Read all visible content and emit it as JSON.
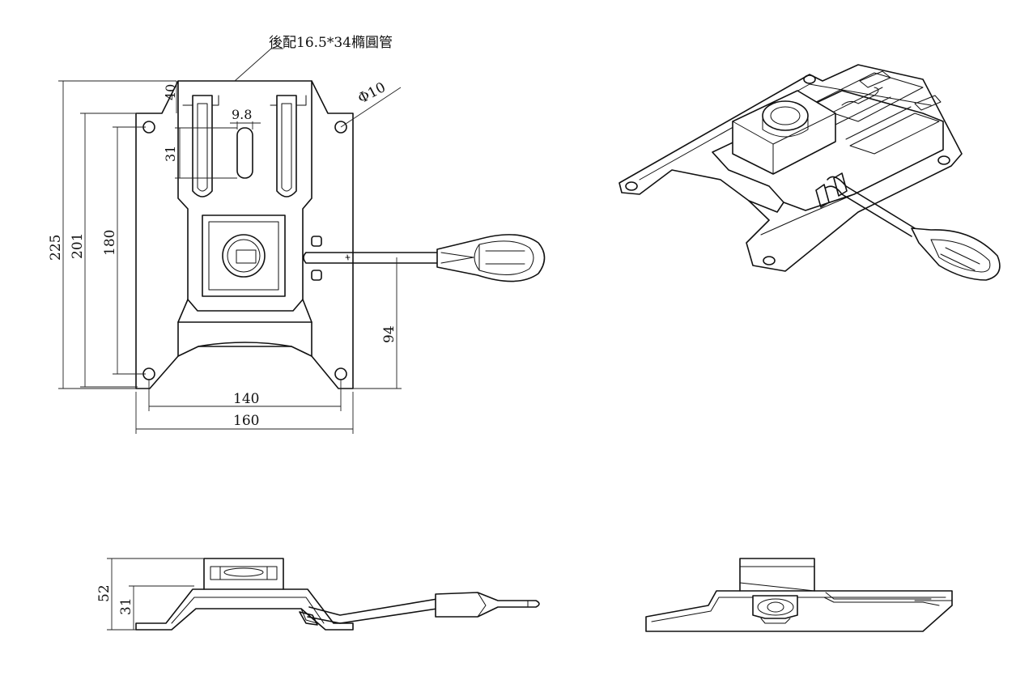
{
  "annotations": {
    "tube_note": "後配16.5*34橢圓管",
    "hole_dia": "Φ10",
    "slot_width": "9.8",
    "slot_length": "31",
    "top_margin": "40"
  },
  "dimensions": {
    "overall_length": "225",
    "inner_length": "201",
    "hole_spacing_long": "180",
    "lever_offset": "94",
    "hole_spacing_wide": "140",
    "overall_width": "160",
    "side_height": "52",
    "side_low_height": "31"
  }
}
